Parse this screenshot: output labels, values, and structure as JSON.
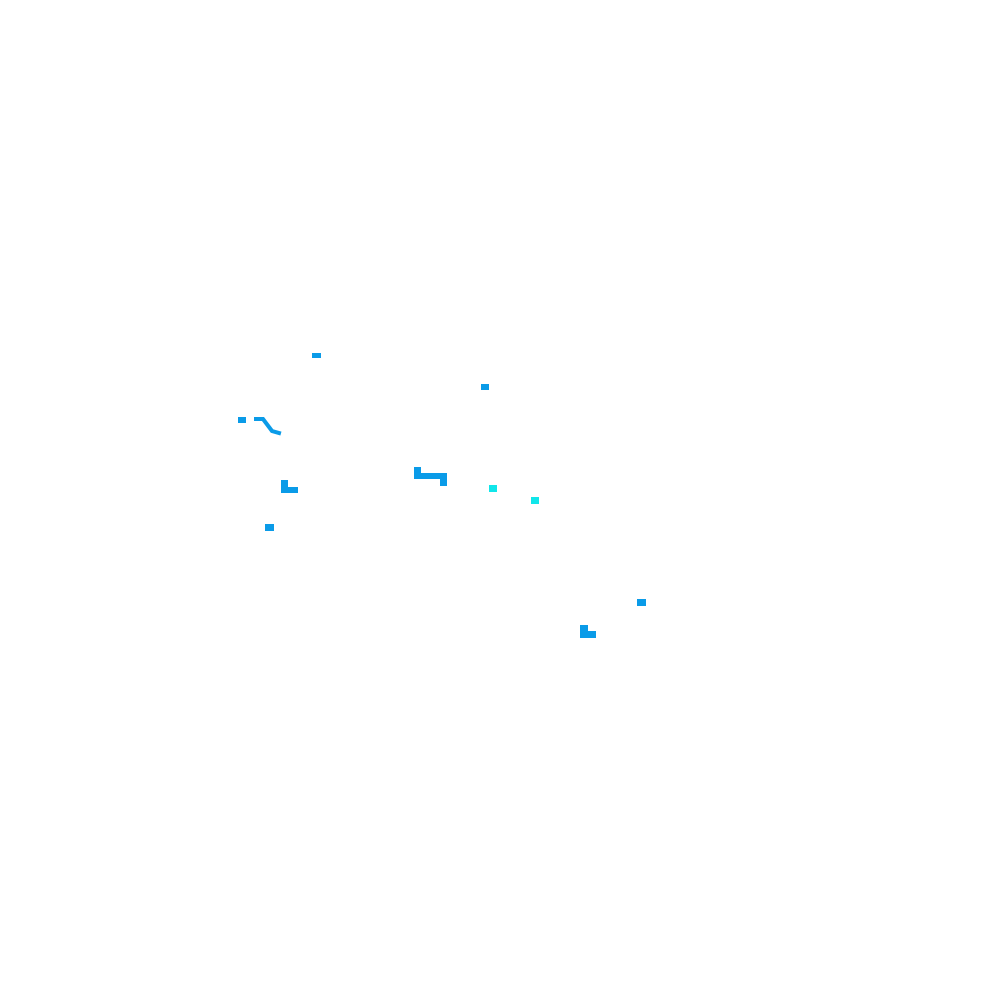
{
  "background_color": "#ffffff",
  "mark_colors": {
    "primary": "#0a9be8",
    "accent": "#11e6ea"
  },
  "fragments": [
    {
      "kind": "dash",
      "color": "primary"
    },
    {
      "kind": "dash",
      "color": "primary"
    },
    {
      "kind": "dash",
      "color": "primary"
    },
    {
      "kind": "hook-line",
      "color": "primary"
    },
    {
      "kind": "corner",
      "color": "primary"
    },
    {
      "kind": "dash",
      "color": "primary"
    },
    {
      "kind": "bracket",
      "color": "primary"
    },
    {
      "kind": "dash",
      "color": "accent"
    },
    {
      "kind": "dash",
      "color": "accent"
    },
    {
      "kind": "dash",
      "color": "primary"
    },
    {
      "kind": "corner",
      "color": "primary"
    }
  ]
}
